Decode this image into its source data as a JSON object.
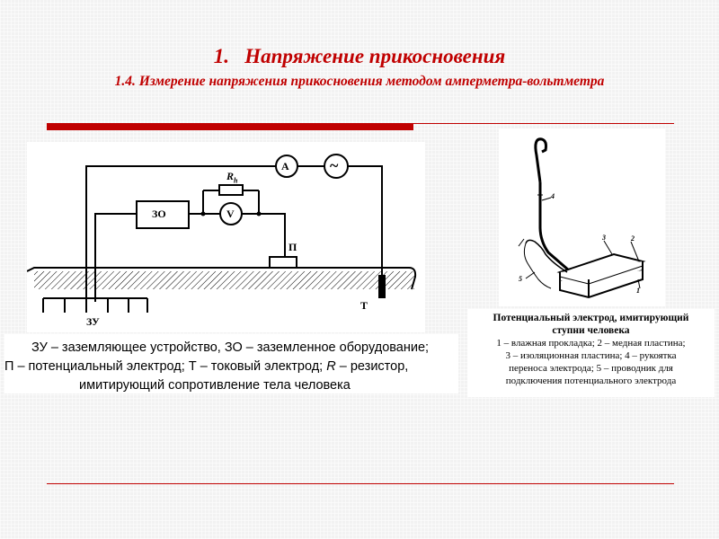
{
  "slide": {
    "title_number": "1.",
    "title_text": "Напряжение прикосновения",
    "subtitle": "1.4. Измерение напряжения прикосновения методом амперметра-вольтметра"
  },
  "diagram": {
    "ammeter": "A",
    "voltmeter": "V",
    "ac_source": "~",
    "equipment": "ЗО",
    "resistor": "R",
    "resistor_subscript": "h",
    "potential_electrode": "П",
    "current_electrode": "Т",
    "grounding_device": "ЗУ"
  },
  "legend": {
    "line1": "ЗУ – заземляющее устройство, ЗО – заземленное оборудование;",
    "line2_a": "П – потенциальный электрод; Т – токовый электрод; ",
    "line2_r": "R",
    "line2_b": " – резистор,",
    "line3": "имитирующий сопротивление тела человека"
  },
  "electrode_figure": {
    "labels": [
      "1",
      "2",
      "3",
      "4",
      "5"
    ]
  },
  "caption": {
    "title_line1": "Потенциальный электрод, имитирующий",
    "title_line2": "ступни человека",
    "line1": "1 – влажная прокладка; 2 – медная пластина;",
    "line2": "3 – изоляционная пластина; 4 – рукоятка",
    "line3": "переноса электрода; 5 – проводник для",
    "line4": "подключения потенциального электрода"
  }
}
